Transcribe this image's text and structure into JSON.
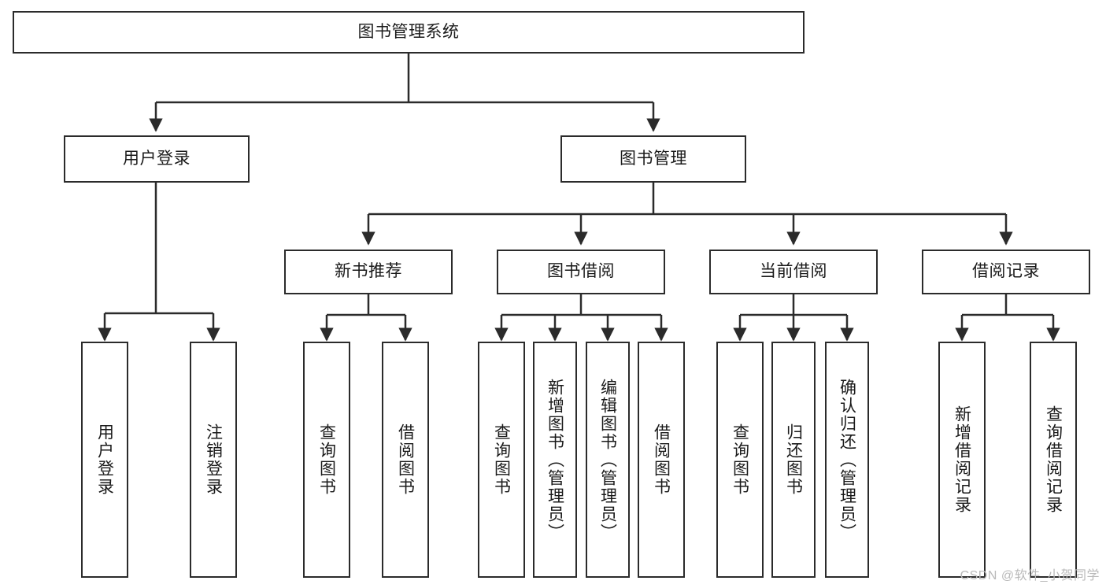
{
  "diagram": {
    "type": "tree-hierarchy-chart",
    "title": "图书管理系统",
    "watermark": "CSDN @软件_小贺同学",
    "colors": {
      "box_border": "#2b2b2b",
      "box_fill": "#ffffff",
      "connector": "#2b2b2b",
      "text": "#1a1a1a",
      "watermark": "#b9b9b9",
      "background": "#ffffff"
    }
  },
  "nodes": {
    "root": {
      "label": "图书管理系统",
      "level": 1,
      "orientation": "horizontal"
    },
    "l2": [
      {
        "id": "user-login",
        "label": "用户登录",
        "orientation": "horizontal"
      },
      {
        "id": "book-manage",
        "label": "图书管理",
        "orientation": "horizontal"
      }
    ],
    "l3": [
      {
        "id": "new-book-recommend",
        "label": "新书推荐",
        "orientation": "horizontal"
      },
      {
        "id": "book-borrow",
        "label": "图书借阅",
        "orientation": "horizontal"
      },
      {
        "id": "current-borrow",
        "label": "当前借阅",
        "orientation": "horizontal"
      },
      {
        "id": "borrow-record",
        "label": "借阅记录",
        "orientation": "horizontal"
      }
    ],
    "leaves": {
      "user-login": [
        {
          "id": "leaf-user-login",
          "label": "用户登录",
          "orientation": "vertical"
        },
        {
          "id": "leaf-logout",
          "label": "注销登录",
          "orientation": "vertical"
        }
      ],
      "new-book-recommend": [
        {
          "id": "leaf-query-book-1",
          "label": "查询图书",
          "orientation": "vertical"
        },
        {
          "id": "leaf-borrow-book-1",
          "label": "借阅图书",
          "orientation": "vertical"
        }
      ],
      "book-borrow": [
        {
          "id": "leaf-query-book-2",
          "label": "查询图书",
          "orientation": "vertical"
        },
        {
          "id": "leaf-add-book",
          "label": "新增图书（管理员）",
          "orientation": "vertical"
        },
        {
          "id": "leaf-edit-book",
          "label": "编辑图书（管理员）",
          "orientation": "vertical"
        },
        {
          "id": "leaf-borrow-book-2",
          "label": "借阅图书",
          "orientation": "vertical"
        }
      ],
      "current-borrow": [
        {
          "id": "leaf-query-book-3",
          "label": "查询图书",
          "orientation": "vertical"
        },
        {
          "id": "leaf-return-book",
          "label": "归还图书",
          "orientation": "vertical"
        },
        {
          "id": "leaf-confirm-return",
          "label": "确认归还（管理员）",
          "orientation": "vertical"
        }
      ],
      "borrow-record": [
        {
          "id": "leaf-add-record",
          "label": "新增借阅记录",
          "orientation": "vertical"
        },
        {
          "id": "leaf-query-record",
          "label": "查询借阅记录",
          "orientation": "vertical"
        }
      ]
    }
  },
  "edges": [
    {
      "from": "root",
      "to": "user-login"
    },
    {
      "from": "root",
      "to": "book-manage"
    },
    {
      "from": "user-login",
      "to": "leaf-user-login"
    },
    {
      "from": "user-login",
      "to": "leaf-logout"
    },
    {
      "from": "book-manage",
      "to": "new-book-recommend"
    },
    {
      "from": "book-manage",
      "to": "book-borrow"
    },
    {
      "from": "book-manage",
      "to": "current-borrow"
    },
    {
      "from": "book-manage",
      "to": "borrow-record"
    },
    {
      "from": "new-book-recommend",
      "to": "leaf-query-book-1"
    },
    {
      "from": "new-book-recommend",
      "to": "leaf-borrow-book-1"
    },
    {
      "from": "book-borrow",
      "to": "leaf-query-book-2"
    },
    {
      "from": "book-borrow",
      "to": "leaf-add-book"
    },
    {
      "from": "book-borrow",
      "to": "leaf-edit-book"
    },
    {
      "from": "book-borrow",
      "to": "leaf-borrow-book-2"
    },
    {
      "from": "current-borrow",
      "to": "leaf-query-book-3"
    },
    {
      "from": "current-borrow",
      "to": "leaf-return-book"
    },
    {
      "from": "current-borrow",
      "to": "leaf-confirm-return"
    },
    {
      "from": "borrow-record",
      "to": "leaf-add-record"
    },
    {
      "from": "borrow-record",
      "to": "leaf-query-record"
    }
  ]
}
